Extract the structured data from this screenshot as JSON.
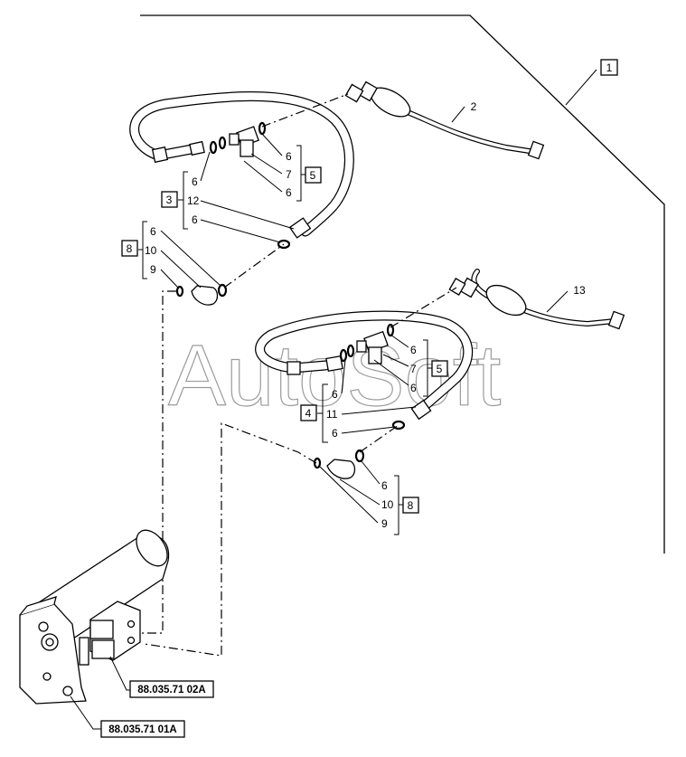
{
  "watermark": "AutoSoft",
  "callouts": {
    "c1": "1",
    "c2": "2",
    "c13": "13",
    "g5a": "5",
    "g5a_items": [
      "6",
      "7",
      "6"
    ],
    "g3": "3",
    "g3_items": [
      "6",
      "12",
      "6"
    ],
    "g8a": "8",
    "g8a_items": [
      "6",
      "10",
      "9"
    ],
    "g5b": "5",
    "g5b_items": [
      "6",
      "7",
      "6"
    ],
    "g4": "4",
    "g4_items": [
      "6",
      "11",
      "6"
    ],
    "g8b": "8",
    "g8b_items": [
      "6",
      "10",
      "9"
    ]
  },
  "references": {
    "ref_a": "88.035.71 02A",
    "ref_b": "88.035.71 01A"
  }
}
